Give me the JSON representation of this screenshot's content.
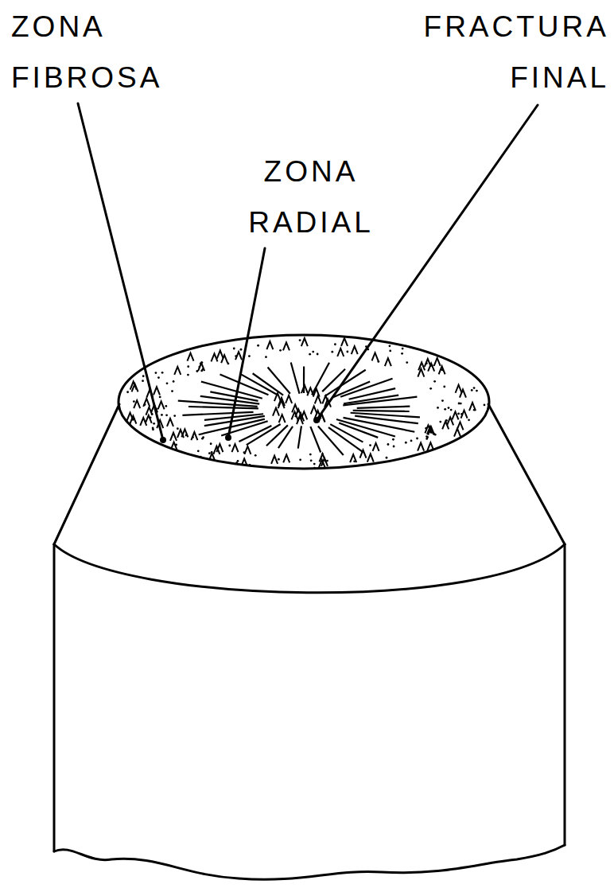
{
  "diagram": {
    "labels": [
      "ZONA FIBROSA",
      "FRACTURA FINAL",
      "ZONA RADIAL"
    ]
  }
}
